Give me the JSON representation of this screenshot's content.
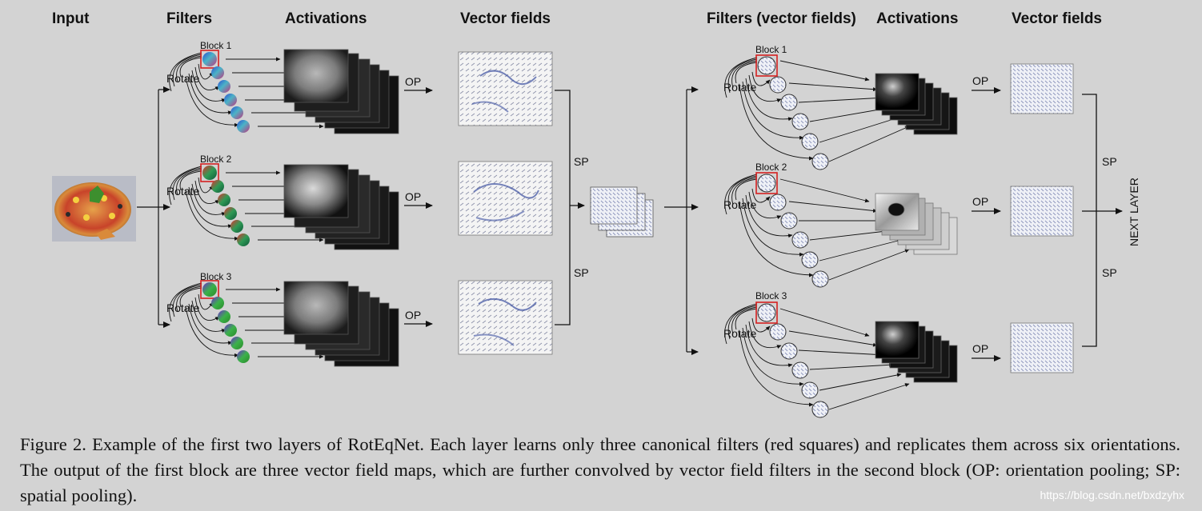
{
  "headers": {
    "input": "Input",
    "filters": "Filters",
    "activations": "Activations",
    "vector_fields": "Vector fields",
    "filters_vf": "Filters (vector fields)",
    "activations_2": "Activations",
    "vector_fields_2": "Vector fields"
  },
  "blocks": [
    "Block 1",
    "Block 2",
    "Block 3"
  ],
  "labels": {
    "rotate": "Rotate",
    "op": "OP",
    "sp": "SP",
    "next_layer": "NEXT LAYER"
  },
  "caption": "Figure 2. Example of the first two layers of RotEqNet.  Each layer learns only three canonical filters (red squares) and replicates them across six orientations. The output of the first block are three vector field maps, which are further convolved by vector field filters in the second block (OP: orientation pooling; SP: spatial pooling).",
  "watermark": "https://blog.csdn.net/bxdzyhx",
  "colors": {
    "canonical_filter_box": "#d42020",
    "arrow": "#111111",
    "vector": "#3a4fa0"
  }
}
